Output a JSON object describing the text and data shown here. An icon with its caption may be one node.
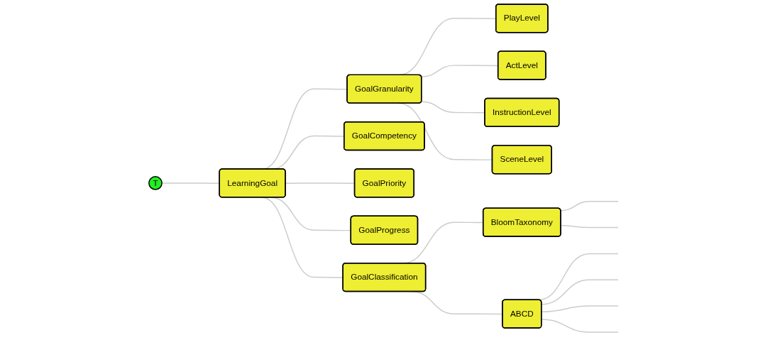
{
  "diagram": {
    "nodes": [
      {
        "text": [
          "T"
        ]
      },
      {
        "text": [
          "LearningGoal"
        ]
      },
      {
        "text": [
          "GoalGranularity"
        ]
      },
      {
        "text": [
          "GoalCompetency"
        ]
      },
      {
        "text": [
          "GoalPriority"
        ]
      },
      {
        "text": [
          "GoalProgress"
        ]
      },
      {
        "text": [
          "GoalClassification"
        ]
      },
      {
        "text": [
          "PlayLevel"
        ]
      },
      {
        "text": [
          "ActLevel"
        ]
      },
      {
        "text": [
          "InstructionLevel"
        ]
      },
      {
        "text": [
          "SceneLevel"
        ]
      },
      {
        "text": [
          "BloomTaxonomy"
        ]
      },
      {
        "text": [
          "ABCD"
        ]
      }
    ],
    "edges": [
      {
        "from": 0,
        "to": 1,
        "arrow": "none"
      },
      {
        "from": 1,
        "to": 2,
        "arrow": "none"
      },
      {
        "from": 1,
        "to": 3,
        "arrow": "none"
      },
      {
        "from": 1,
        "to": 4,
        "arrow": "none"
      },
      {
        "from": 1,
        "to": 5,
        "arrow": "none"
      },
      {
        "from": 1,
        "to": 6,
        "arrow": "none"
      },
      {
        "from": 2,
        "to": 7,
        "arrow": "none"
      },
      {
        "from": 2,
        "to": 8,
        "arrow": "none"
      },
      {
        "from": 2,
        "to": 9,
        "arrow": "none"
      },
      {
        "from": 2,
        "to": 10,
        "arrow": "none"
      },
      {
        "from": 6,
        "to": 11,
        "arrow": "none"
      },
      {
        "from": 6,
        "to": 12,
        "arrow": "none"
      },
      {
        "from": 11,
        "to": null,
        "arrow": "none"
      },
      {
        "from": 11,
        "to": null,
        "arrow": "none"
      },
      {
        "from": 12,
        "to": null,
        "arrow": "none"
      },
      {
        "from": 12,
        "to": null,
        "arrow": "none"
      },
      {
        "from": 12,
        "to": null,
        "arrow": "none"
      },
      {
        "from": 12,
        "to": null,
        "arrow": "none"
      }
    ]
  }
}
